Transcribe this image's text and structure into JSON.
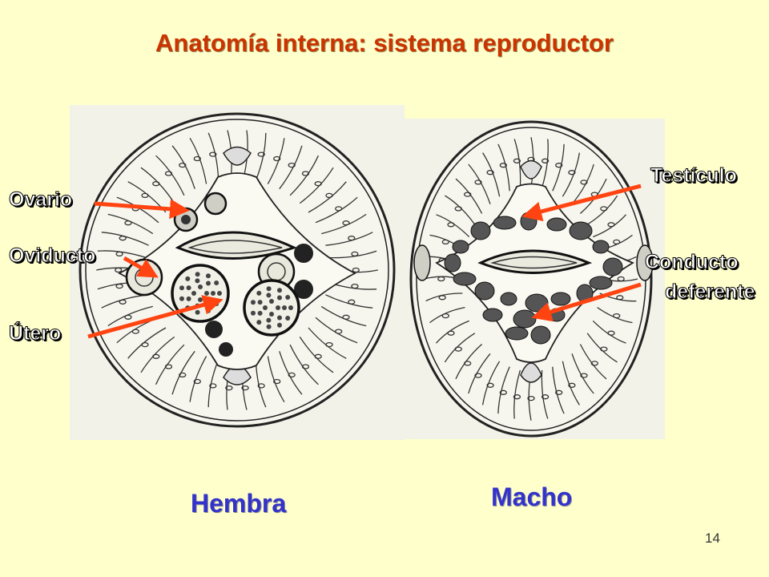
{
  "slide": {
    "title": "Anatomía interna: sistema reproductor",
    "number": "14"
  },
  "labels": {
    "ovario": "Ovario",
    "oviducto": "Oviducto",
    "utero": "Útero",
    "testiculo": "Testículo",
    "conducto_line1": "Conducto",
    "conducto_line2": "deferente"
  },
  "captions": {
    "female": "Hembra",
    "male": "Macho"
  },
  "colors": {
    "title": "#CC3300",
    "caption": "#3333CC",
    "arrow": "#FF4411",
    "background": "#FFFFCC"
  }
}
